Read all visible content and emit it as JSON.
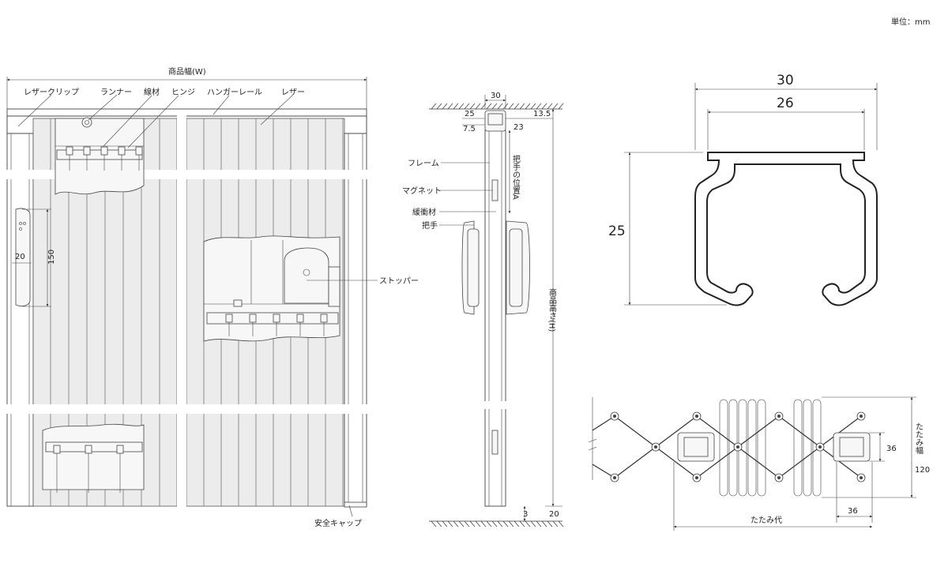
{
  "unit_note": "単位：mm",
  "front_view": {
    "width_label": "商品幅(W)",
    "callouts": {
      "laser_clip": "レザークリップ",
      "runner": "ランナー",
      "wire": "線材",
      "hinge": "ヒンジ",
      "hanger_rail": "ハンガーレール",
      "laser": "レザー",
      "stopper": "ストッパー",
      "safety_cap": "安全キャップ"
    },
    "handle_dim_width": "20",
    "handle_dim_height": "150"
  },
  "side_view": {
    "dim_30": "30",
    "dim_25": "25",
    "dim_13_5": "13.5",
    "dim_7_5": "7.5",
    "dim_23": "23",
    "dim_3": "3",
    "dim_20": "20",
    "handle_position": "把手の位置A",
    "product_height": "商品高さ(H)",
    "labels": {
      "frame": "フレーム",
      "magnet": "マグネット",
      "cushion": "緩衝材",
      "handle": "把手"
    }
  },
  "rail_profile": {
    "outer_width": "30",
    "inner_width": "26",
    "height": "25"
  },
  "folded_view": {
    "dim_36_height": "36",
    "dim_36_width": "36",
    "fold_width_label": "たたみ幅",
    "fold_width_value": "120",
    "fold_allowance": "たたみ代"
  }
}
